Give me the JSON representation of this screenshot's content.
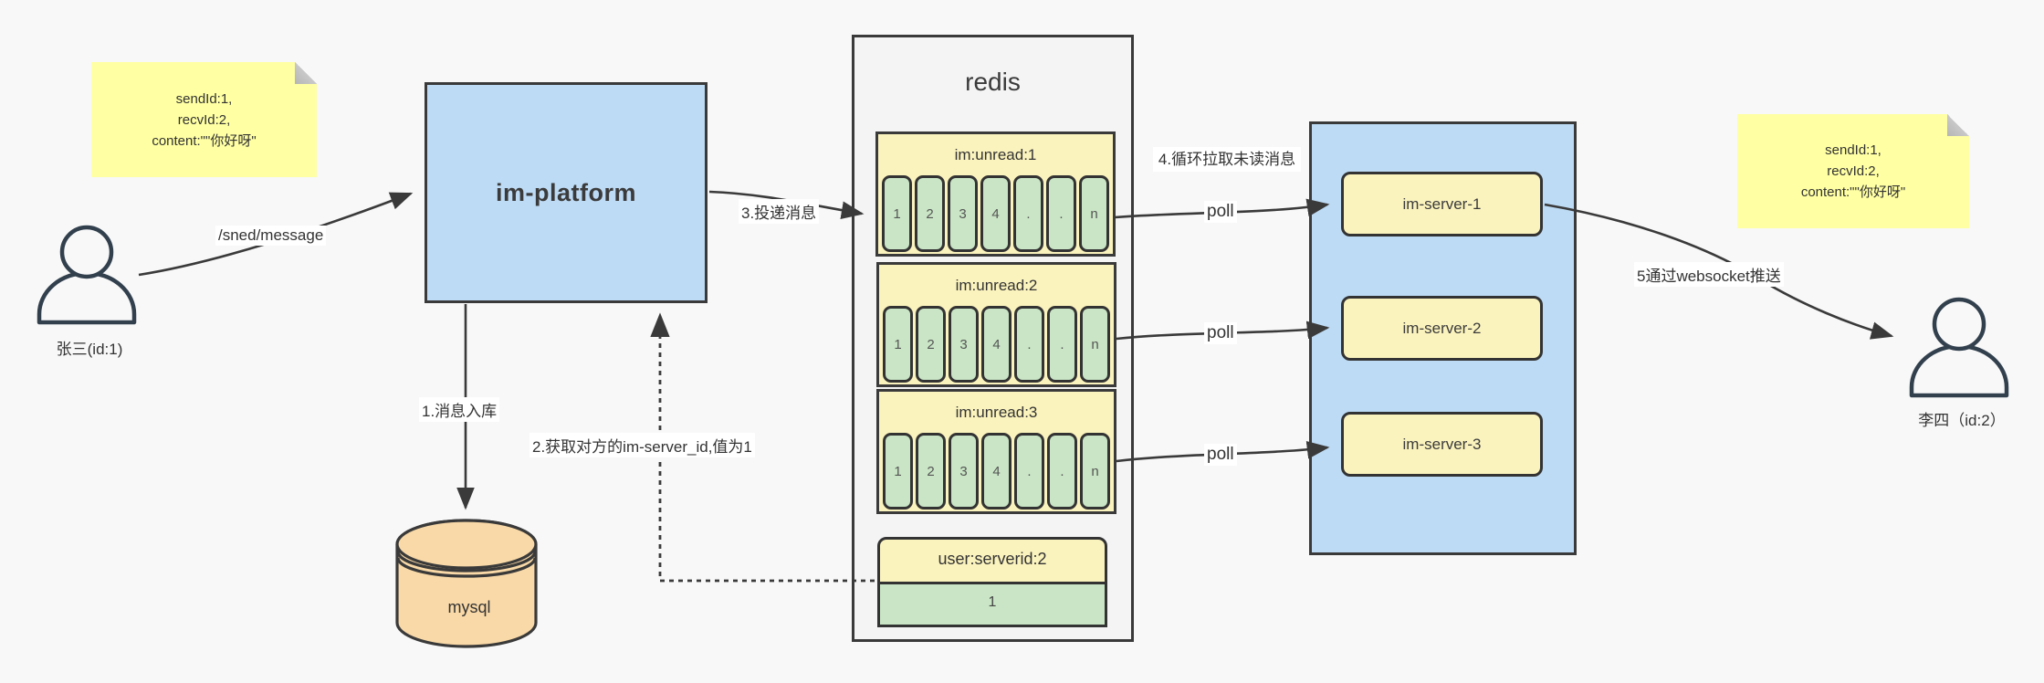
{
  "colors": {
    "background": "#f8f8f8",
    "stroke": "#3a3a3a",
    "note_yellow": "#ffffa3",
    "box_blue": "#bddbf5",
    "pale_yellow": "#fbf3bd",
    "cell_green": "#c9e5c5",
    "db_orange": "#f9d9a7"
  },
  "notes": {
    "left": {
      "lines": [
        "sendId:1,",
        "recvId:2,",
        "content:\"\"你好呀\""
      ]
    },
    "right": {
      "lines": [
        "sendId:1,",
        "recvId:2,",
        "content:\"\"你好呀\""
      ]
    }
  },
  "actors": {
    "sender": {
      "label": "张三(id:1)"
    },
    "receiver": {
      "label": "李四（id:2）"
    }
  },
  "platform": {
    "label": "im-platform"
  },
  "database": {
    "label": "mysql"
  },
  "redis": {
    "title": "redis",
    "queues": [
      {
        "name": "im:unread:1",
        "cells": [
          "1",
          "2",
          "3",
          "4",
          ".",
          ".",
          "n"
        ]
      },
      {
        "name": "im:unread:2",
        "cells": [
          "1",
          "2",
          "3",
          "4",
          ".",
          ".",
          "n"
        ]
      },
      {
        "name": "im:unread:3",
        "cells": [
          "1",
          "2",
          "3",
          "4",
          ".",
          ".",
          "n"
        ]
      }
    ],
    "kv": {
      "key": "user:serverid:2",
      "value": "1"
    }
  },
  "servers": [
    {
      "label": "im-server-1"
    },
    {
      "label": "im-server-2"
    },
    {
      "label": "im-server-3"
    }
  ],
  "flow": {
    "send_api": "/sned/message",
    "step1": "1.消息入库",
    "step2": "2.获取对方的im-server_id,值为1",
    "step3": "3.投递消息",
    "step4": "4.循环拉取未读消息",
    "step5": "5通过websocket推送",
    "poll": "poll"
  }
}
